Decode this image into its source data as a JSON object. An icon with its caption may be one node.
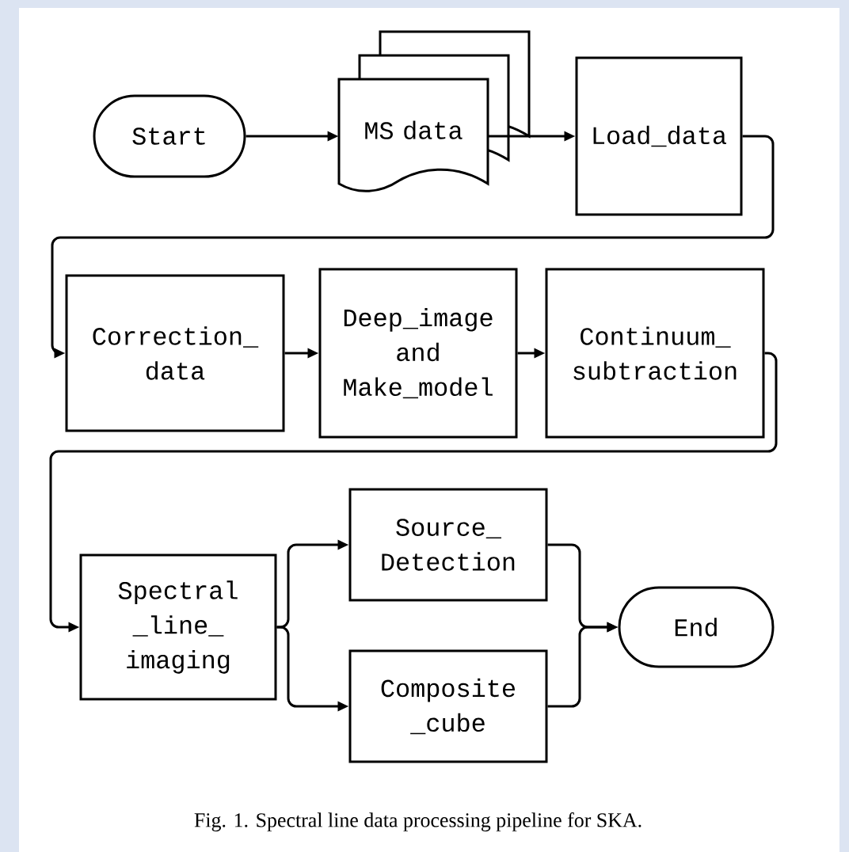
{
  "diagram": {
    "caption": "Fig. 1. Spectral line data processing pipeline for SKA.",
    "nodes": [
      {
        "text": [
          "Start"
        ]
      },
      {
        "text": [
          "MS data"
        ]
      },
      {
        "text": [
          "Load_data"
        ]
      },
      {
        "text": [
          "Correction_ data"
        ]
      },
      {
        "text": [
          "Deep_image and Make_model"
        ]
      },
      {
        "text": [
          "Continuum_ subtraction"
        ]
      },
      {
        "text": [
          "Spectral _line_ imaging"
        ]
      },
      {
        "text": [
          "Source_ Detection"
        ]
      },
      {
        "text": [
          "Composite _cube"
        ]
      },
      {
        "text": [
          "End"
        ]
      }
    ],
    "edges": [
      {
        "from": 0,
        "to": 1,
        "arrow": "to"
      },
      {
        "from": 1,
        "to": 2,
        "arrow": "to"
      },
      {
        "from": 2,
        "to": 3,
        "arrow": "to"
      },
      {
        "from": 3,
        "to": 4,
        "arrow": "to"
      },
      {
        "from": 4,
        "to": 5,
        "arrow": "to"
      },
      {
        "from": 5,
        "to": 6,
        "arrow": "to"
      },
      {
        "from": 6,
        "to": 7,
        "arrow": "to"
      },
      {
        "from": 6,
        "to": 8,
        "arrow": "to"
      },
      {
        "from": 7,
        "to": 9,
        "arrow": "to"
      },
      {
        "from": 8,
        "to": 9,
        "arrow": "to"
      }
    ]
  }
}
